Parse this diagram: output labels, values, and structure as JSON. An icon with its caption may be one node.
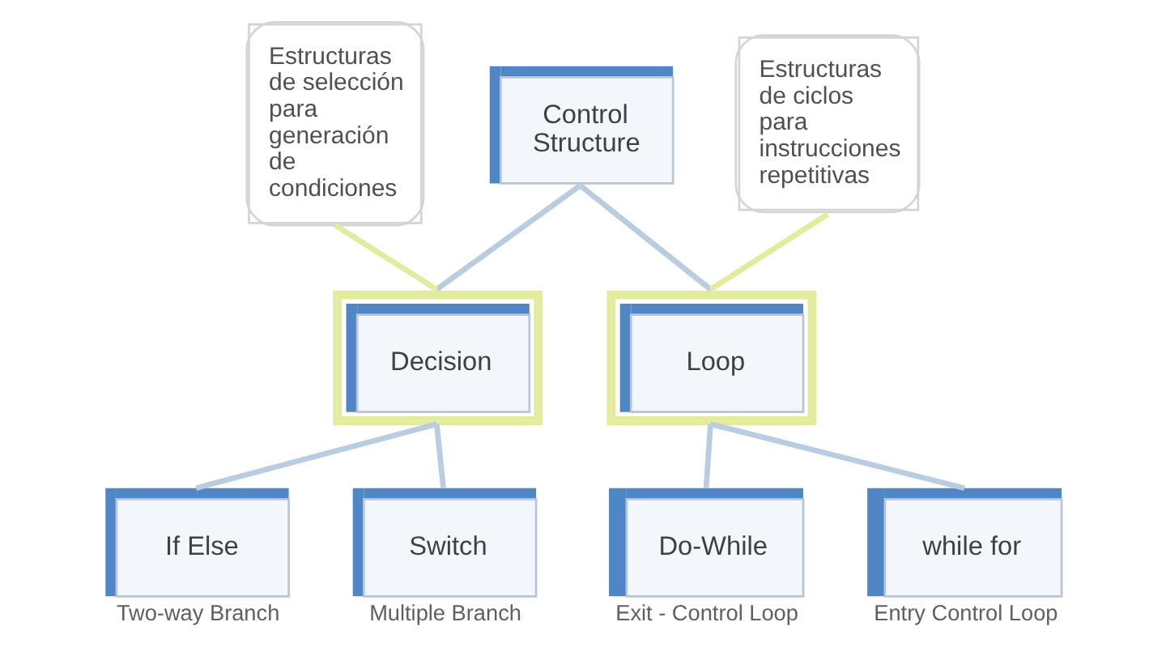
{
  "diagram": {
    "nodes": [
      {
        "text": [
          "Control Structure"
        ]
      },
      {
        "text": [
          "Estructuras de selección para generación de condiciones"
        ]
      },
      {
        "text": [
          "Estructuras de ciclos para instrucciones repetitivas"
        ]
      },
      {
        "text": [
          "Decision"
        ]
      },
      {
        "text": [
          "Loop"
        ]
      },
      {
        "text": [
          "If Else"
        ],
        "beside": [
          "Two-way Branch"
        ]
      },
      {
        "text": [
          "Switch"
        ],
        "beside": [
          "Multiple Branch"
        ]
      },
      {
        "text": [
          "Do-While"
        ],
        "beside": [
          "Exit - Control Loop"
        ]
      },
      {
        "text": [
          "while for"
        ],
        "beside": [
          "Entry Control Loop"
        ]
      }
    ],
    "edges": [
      {
        "from": 0,
        "to": 3,
        "arrow": "none"
      },
      {
        "from": 0,
        "to": 4,
        "arrow": "none"
      },
      {
        "from": 1,
        "to": 3,
        "arrow": "none",
        "color": "#e3ec9c"
      },
      {
        "from": 2,
        "to": 4,
        "arrow": "none",
        "color": "#e3ec9c"
      },
      {
        "from": 3,
        "to": 5,
        "arrow": "none"
      },
      {
        "from": 3,
        "to": 6,
        "arrow": "none"
      },
      {
        "from": 4,
        "to": 7,
        "arrow": "none"
      },
      {
        "from": 4,
        "to": 8,
        "arrow": "none"
      }
    ]
  }
}
